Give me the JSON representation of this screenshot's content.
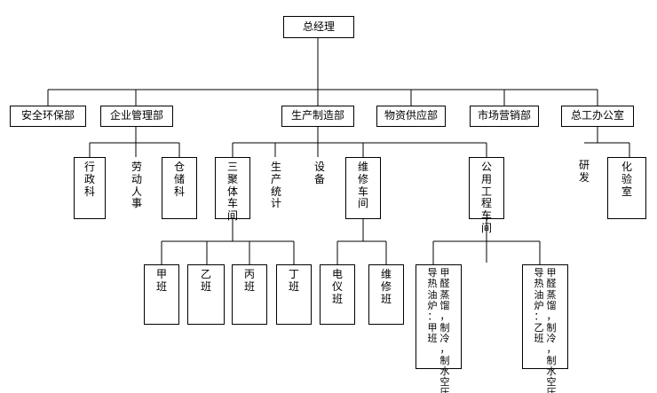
{
  "chart_data": {
    "type": "org-chart",
    "root": "总经理",
    "departments": [
      {
        "name": "安全环保部",
        "children": []
      },
      {
        "name": "企业管理部",
        "children": [
          "行政科",
          "劳动人事",
          "仓储科"
        ]
      },
      {
        "name": "生产制造部",
        "children": [
          {
            "name": "三聚体车间",
            "children": [
              "甲班",
              "乙班",
              "丙班",
              "丁班"
            ]
          },
          {
            "name": "生产统计"
          },
          {
            "name": "设备"
          },
          {
            "name": "维修车间",
            "children": [
              "电仪班",
              "维修班"
            ]
          },
          {
            "name": "公用工程车间",
            "children": [
              "甲醛蒸馏，制冷，制水空压，导热油炉：甲班",
              "甲醛蒸馏，制冷，制水空压，导热油炉：乙班"
            ]
          }
        ]
      },
      {
        "name": "物资供应部",
        "children": []
      },
      {
        "name": "市场营销部",
        "children": []
      },
      {
        "name": "总工办公室",
        "children": [
          "研发",
          "化验室"
        ]
      }
    ]
  },
  "labels": {
    "root": "总经理",
    "dept_safety": "安全环保部",
    "dept_enterprise": "企业管理部",
    "dept_production": "生产制造部",
    "dept_supply": "物资供应部",
    "dept_marketing": "市场营销部",
    "dept_chief_engineer": "总工办公室",
    "admin_section": "行政科",
    "labor_hr": "劳动人事",
    "storage_section": "仓储科",
    "melamine_workshop": "三聚体车间",
    "production_stats": "生产统计",
    "equipment": "设备",
    "maintenance_workshop": "维修车间",
    "utility_workshop": "公用工程车间",
    "rnd": "研发",
    "lab": "化验室",
    "shift_a": "甲班",
    "shift_b": "乙班",
    "shift_c": "丙班",
    "shift_d": "丁班",
    "electrical_shift": "电仪班",
    "repair_shift": "维修班",
    "utility_a_line1": "甲醛蒸馏，制冷，制水空压，",
    "utility_a_line2": "导热油炉：甲班",
    "utility_b_line1": "甲醛蒸馏，制冷，制水空压，",
    "utility_b_line2": "导热油炉：乙班"
  }
}
